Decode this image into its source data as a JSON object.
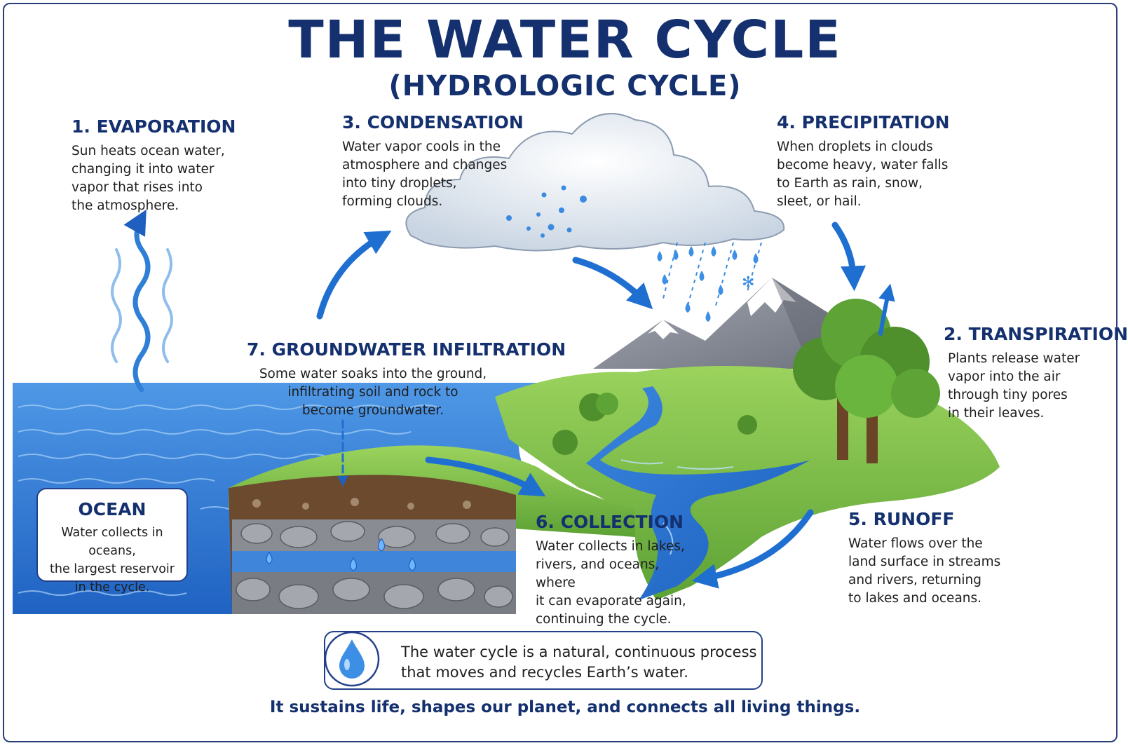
{
  "title": "THE WATER CYCLE",
  "subtitle": "(HYDROLOGIC CYCLE)",
  "steps": {
    "evaporation": {
      "heading": "1. EVAPORATION",
      "text": "Sun heats ocean water,\nchanging it into water\nvapor that rises into\nthe atmosphere."
    },
    "transpiration": {
      "heading": "2. TRANSPIRATION",
      "text": "Plants release water\nvapor into the air\nthrough tiny pores\nin their leaves."
    },
    "condensation": {
      "heading": "3. CONDENSATION",
      "text": "Water vapor cools in the\natmosphere and changes\ninto tiny droplets,\nforming clouds."
    },
    "precipitation": {
      "heading": "4. PRECIPITATION",
      "text": "When droplets in clouds\nbecome heavy, water falls\nto Earth as rain, snow,\n        sleet, or hail."
    },
    "runoff": {
      "heading": "5. RUNOFF",
      "text": "Water flows over the\nland surface in streams\nand rivers, returning\nto lakes and oceans."
    },
    "collection": {
      "heading": "6. COLLECTION",
      "text": "Water collects in lakes,\nrivers, and oceans, where\nit can evaporate again,\ncontinuing the cycle."
    },
    "groundwater": {
      "heading": "7. GROUNDWATER INFILTRATION",
      "text": "Some water soaks into the ground,\ninfiltrating soil and rock to\nbecome groundwater."
    }
  },
  "ocean": {
    "heading": "OCEAN",
    "text": "Water collects in oceans,\nthe largest reservoir\nin the cycle."
  },
  "summary": {
    "text": "The water cycle is a natural, continuous process\nthat moves and recycles Earth’s water.",
    "icon": "water-drop-icon"
  },
  "footer": "It sustains life, shapes our planet, and connects all living things.",
  "colors": {
    "navy": "#14306e",
    "water": "#2f7fd6",
    "arrow": "#1f6fd1",
    "grass": "#7cc04a",
    "rock": "#7d7f86",
    "soil": "#5a3b22"
  }
}
